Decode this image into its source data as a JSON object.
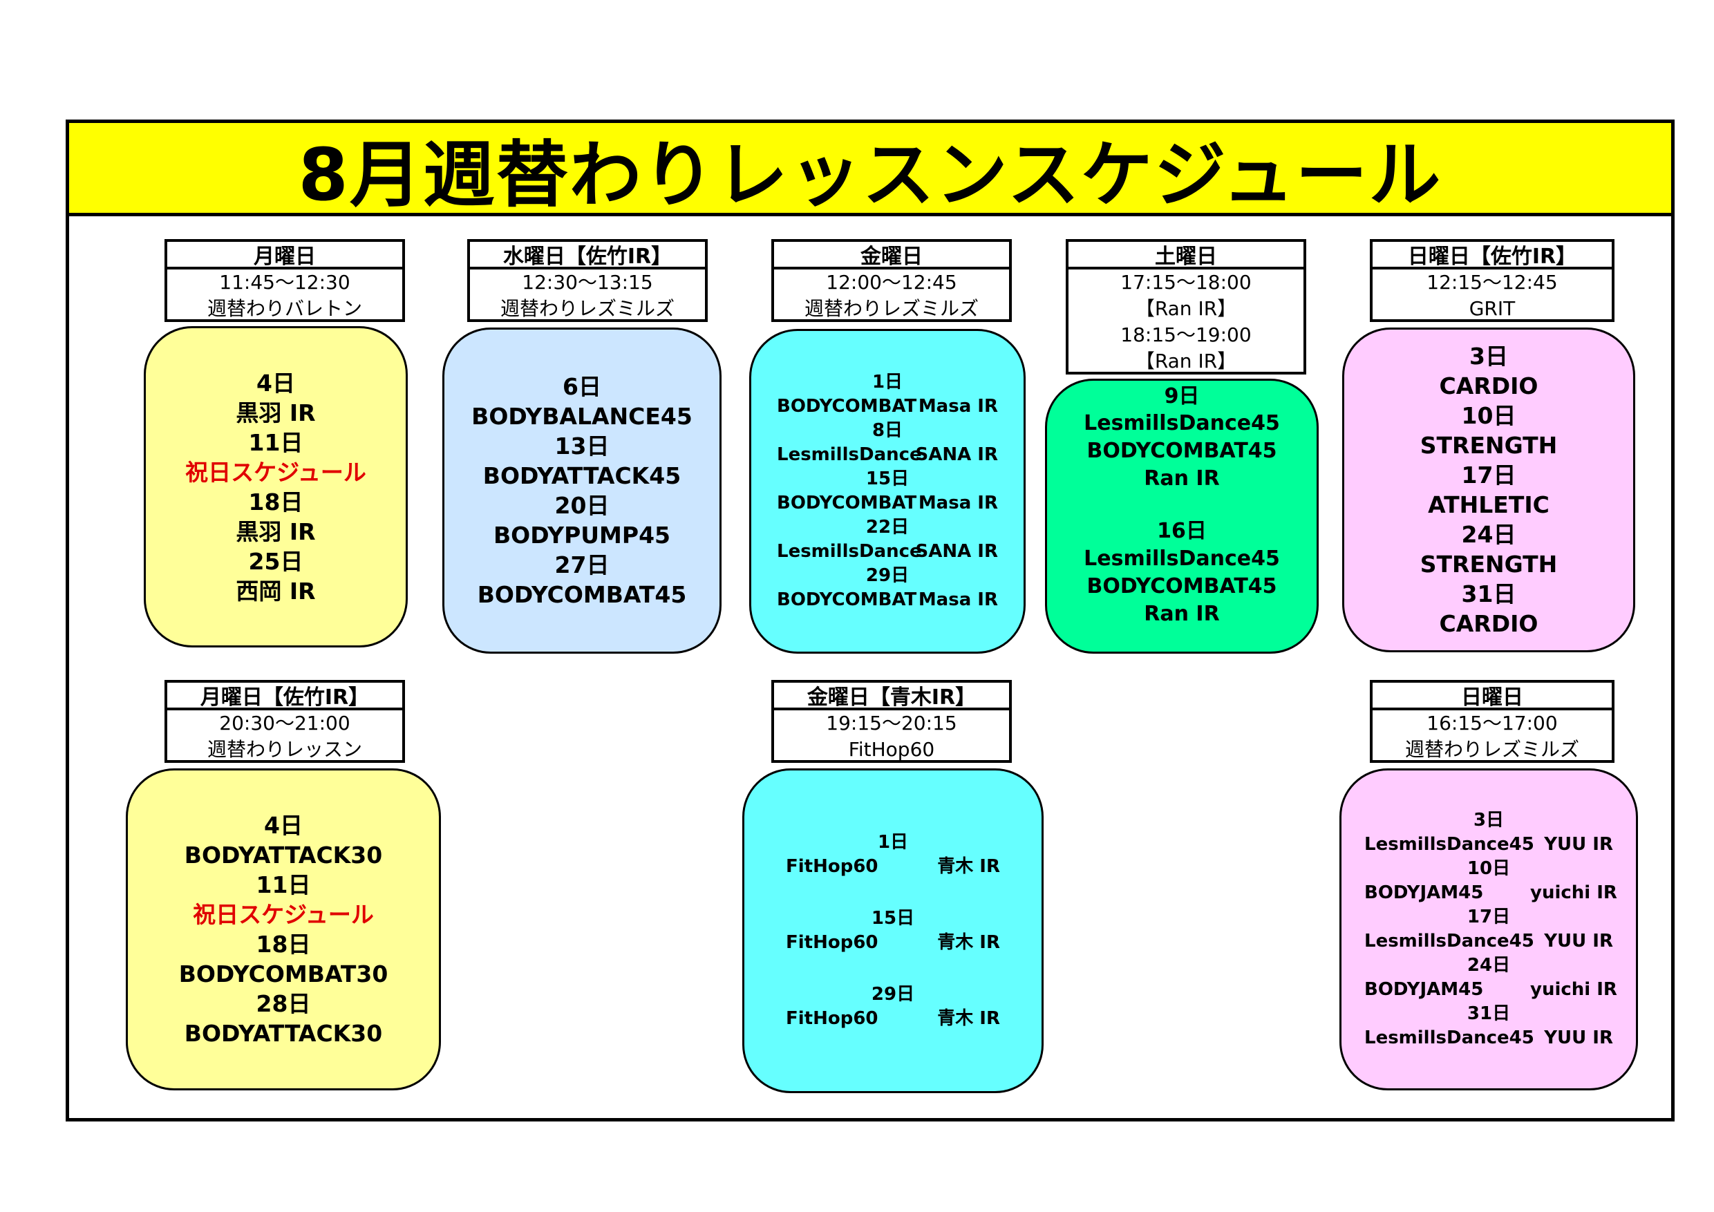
{
  "title": "8月週替わりレッスンスケジュール",
  "colors": {
    "title_bg": "#ffff00",
    "yellow": "#ffff99",
    "lightblue": "#cce6ff",
    "cyan": "#66ffff",
    "green": "#00ff99",
    "pink": "#ffccff",
    "holiday": "#e00000"
  },
  "mon1": {
    "day": "月曜日",
    "time": "11:45～12:30",
    "name": "週替わりバレトン",
    "items": [
      "4日",
      "黒羽 IR",
      "11日",
      "祝日スケジュール",
      "18日",
      "黒羽 IR",
      "25日",
      "西岡 IR"
    ]
  },
  "wed": {
    "day": "水曜日【佐竹IR】",
    "time": "12:30～13:15",
    "name": "週替わりレズミルズ",
    "items": [
      "6日",
      "BODYBALANCE45",
      "13日",
      "BODYATTACK45",
      "20日",
      "BODYPUMP45",
      "27日",
      "BODYCOMBAT45"
    ]
  },
  "fri1": {
    "day": "金曜日",
    "time": "12:00～12:45",
    "name": "週替わりレズミルズ",
    "entries": [
      {
        "date": "1日",
        "prog": "BODYCOMBAT",
        "ir": "Masa IR"
      },
      {
        "date": "8日",
        "prog": "LesmillsDance",
        "ir": "SANA IR"
      },
      {
        "date": "15日",
        "prog": "BODYCOMBAT",
        "ir": "Masa IR"
      },
      {
        "date": "22日",
        "prog": "LesmillsDance",
        "ir": "SANA IR"
      },
      {
        "date": "29日",
        "prog": "BODYCOMBAT",
        "ir": "Masa IR"
      }
    ]
  },
  "sat": {
    "day": "土曜日",
    "time1": "17:15～18:00",
    "ir1": "【Ran IR】",
    "time2": "18:15～19:00",
    "ir2": "【Ran IR】",
    "items_a": [
      "9日",
      "LesmillsDance45",
      "BODYCOMBAT45",
      "Ran IR"
    ],
    "items_b": [
      "16日",
      "LesmillsDance45",
      "BODYCOMBAT45",
      "Ran IR"
    ]
  },
  "sun1": {
    "day": "日曜日【佐竹IR】",
    "time": "12:15～12:45",
    "name": "GRIT",
    "items": [
      "3日",
      "CARDIO",
      "10日",
      "STRENGTH",
      "17日",
      "ATHLETIC",
      "24日",
      "STRENGTH",
      "31日",
      "CARDIO"
    ]
  },
  "mon2": {
    "day": "月曜日【佐竹IR】",
    "time": "20:30～21:00",
    "name": "週替わりレッスン",
    "items": [
      "4日",
      "BODYATTACK30",
      "11日",
      "祝日スケジュール",
      "18日",
      "BODYCOMBAT30",
      "28日",
      "BODYATTACK30"
    ]
  },
  "fri2": {
    "day": "金曜日【青木IR】",
    "time": "19:15～20:15",
    "name": "FitHop60",
    "entries": [
      {
        "date": "1日",
        "prog": "FitHop60",
        "ir": "青木 IR"
      },
      {
        "date": "15日",
        "prog": "FitHop60",
        "ir": "青木 IR"
      },
      {
        "date": "29日",
        "prog": "FitHop60",
        "ir": "青木 IR"
      }
    ]
  },
  "sun2": {
    "day": "日曜日",
    "time": "16:15～17:00",
    "name": "週替わりレズミルズ",
    "entries": [
      {
        "date": "3日",
        "prog": "LesmillsDance45",
        "ir": "YUU IR"
      },
      {
        "date": "10日",
        "prog": "BODYJAM45",
        "ir": "yuichi IR"
      },
      {
        "date": "17日",
        "prog": "LesmillsDance45",
        "ir": "YUU IR"
      },
      {
        "date": "24日",
        "prog": "BODYJAM45",
        "ir": "yuichi IR"
      },
      {
        "date": "31日",
        "prog": "LesmillsDance45",
        "ir": "YUU IR"
      }
    ]
  }
}
